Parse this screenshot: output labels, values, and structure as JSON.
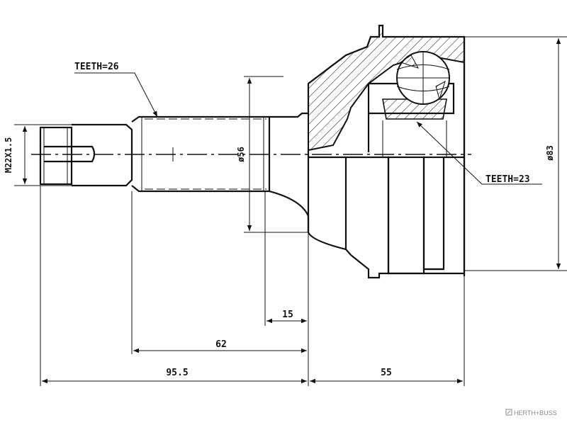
{
  "annotations": {
    "teeth_outer": "TEETH=26",
    "teeth_inner": "TEETH=23",
    "thread": "M22X1.5",
    "diameter_shaft": "ø56",
    "diameter_housing": "ø83"
  },
  "dimensions": {
    "d15": "15",
    "d62": "62",
    "d95": "95.5",
    "d55": "55"
  },
  "brand": {
    "name": "HERTH+BUSS"
  }
}
